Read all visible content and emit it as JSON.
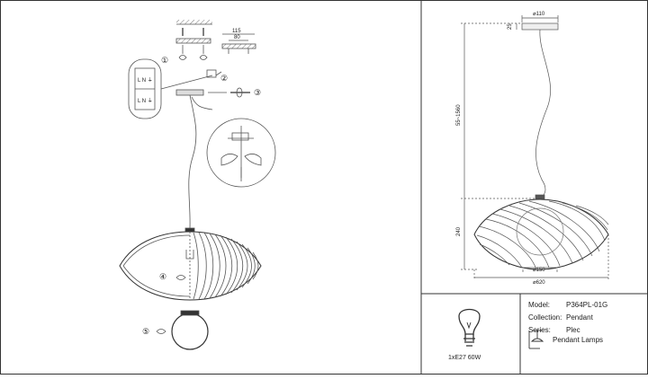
{
  "install": {
    "steps": [
      "①",
      "②",
      "③",
      "④",
      "⑤"
    ],
    "bracket_width": "115",
    "bracket_hole_spacing": "80",
    "terminal_top": "L N ⏚",
    "terminal_bottom": "L N ⏚"
  },
  "dimensions": {
    "canopy_diameter": "⌀110",
    "canopy_height": "25",
    "cable_length": "55~1560",
    "shade_height": "240",
    "opening_diameter": "⌀150",
    "shade_diameter": "⌀620"
  },
  "lamp": {
    "spec": "1xE27 60W"
  },
  "info": {
    "model_label": "Model:",
    "model_value": "P364PL-01G",
    "collection_label": "Collection:",
    "collection_value": "Pendant",
    "series_label": "Series:",
    "series_value": "Plec",
    "category_value": "Pendant Lamps"
  },
  "colors": {
    "line": "#555555",
    "frame": "#333333",
    "light_fill": "#f2f2f2"
  }
}
